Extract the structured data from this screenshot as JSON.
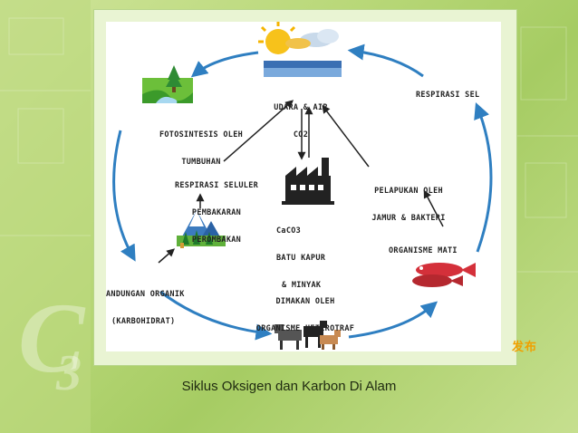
{
  "diagram": {
    "nodes": {
      "air": [
        "UDARA & AIR",
        "CO2"
      ],
      "photosynthesis": [
        "FOTOSINTESIS OLEH",
        "TUMBUHAN"
      ],
      "respiration_right": "RESPIRASI SEL",
      "respiration_combustion": [
        "RESPIRASI SELULER",
        "PEMBAKARAN",
        "PEROMBAKAN"
      ],
      "decay": [
        "PELAPUKAN OLEH",
        "JAMUR & BAKTERI"
      ],
      "limestone": [
        "CaCO3",
        "BATU KAPUR",
        "& MINYAK"
      ],
      "dead_organisms": "ORGANISME MATI",
      "organic_compounds": [
        "ANDUNGAN ORGANIK",
        "(KARBOHIDRAT)"
      ],
      "heterotroph": [
        "DIMAKAN OLEH",
        "ORGANISME HETEROTRAF"
      ]
    },
    "colors": {
      "arrow_blue": "#2f7fc1",
      "arrow_dark": "#222222"
    }
  },
  "caption": "Siklus Oksigen dan Karbon Di Alam",
  "watermark": "发布"
}
